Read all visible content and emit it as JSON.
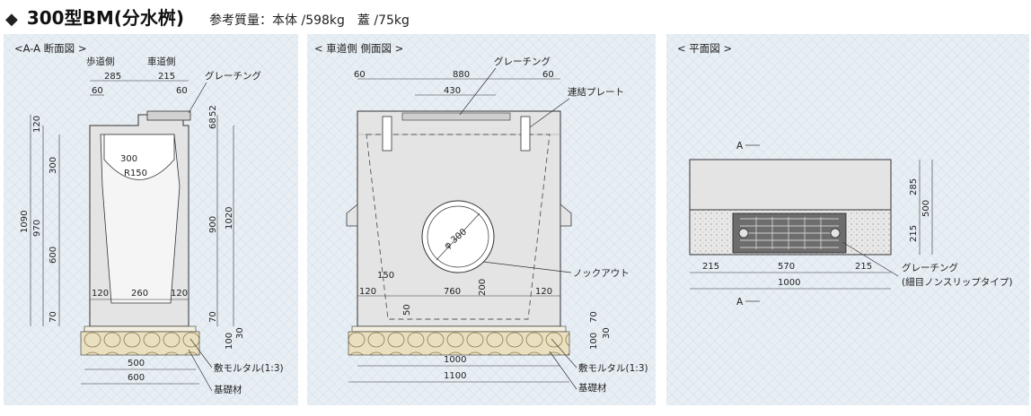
{
  "header": {
    "bullet": "◆",
    "title": "300型BM(分水桝)",
    "reference": "参考質量：本体 /598kg　蓋 /75kg"
  },
  "section_view": {
    "title": "<A-A 断面図 >",
    "labels": {
      "walkway_side": "歩道側",
      "roadway_side": "車道側",
      "grating": "グレーチング",
      "mortar": "敷モルタル(1:3)",
      "foundation": "基礎材"
    },
    "dims": {
      "top_285": "285",
      "top_215": "215",
      "top_60a": "60",
      "top_60b": "60",
      "w_300": "300",
      "r_150": "R150",
      "h_1090": "1090",
      "h_970": "970",
      "h_120": "120",
      "h_300": "300",
      "h_600": "600",
      "h_70": "70",
      "r_68": "68",
      "r_52": "52",
      "r_900": "900",
      "r_1020": "1020",
      "b_120a": "120",
      "b_260": "260",
      "b_120b": "120",
      "r_70": "70",
      "r_100": "100",
      "r_30": "30",
      "w_500": "500",
      "w_600": "600"
    }
  },
  "side_view": {
    "title": "< 車道側 側面図 >",
    "labels": {
      "grating": "グレーチング",
      "plate": "連結プレート",
      "knockout": "ノックアウト",
      "mortar": "敷モルタル(1:3)",
      "foundation": "基礎材"
    },
    "dims": {
      "t_60a": "60",
      "t_880": "880",
      "t_60b": "60",
      "t_430": "430",
      "d_300": "φ 300",
      "b_150": "150",
      "b_120a": "120",
      "b_760": "760",
      "b_120b": "120",
      "h_200": "200",
      "h_50": "50",
      "r_70": "70",
      "r_100": "100",
      "r_30": "30",
      "w_1000": "1000",
      "w_1100": "1100"
    }
  },
  "plan_view": {
    "title": "< 平面図 >",
    "labels": {
      "section_a_top": "A",
      "section_a_bottom": "A",
      "grating": "グレーチング",
      "grating_note": "(細目ノンスリップタイプ)"
    },
    "dims": {
      "b_215a": "215",
      "b_570": "570",
      "b_215b": "215",
      "b_1000": "1000",
      "r_285": "285",
      "r_215": "215",
      "r_500": "500"
    }
  },
  "colors": {
    "panel_bg": "#e7eef4",
    "concrete": "#e4e4e4",
    "concrete_dark": "#cfcfcf",
    "mortar": "#f0ecdd",
    "foundation": "#e9dfbd",
    "line": "#333333"
  }
}
